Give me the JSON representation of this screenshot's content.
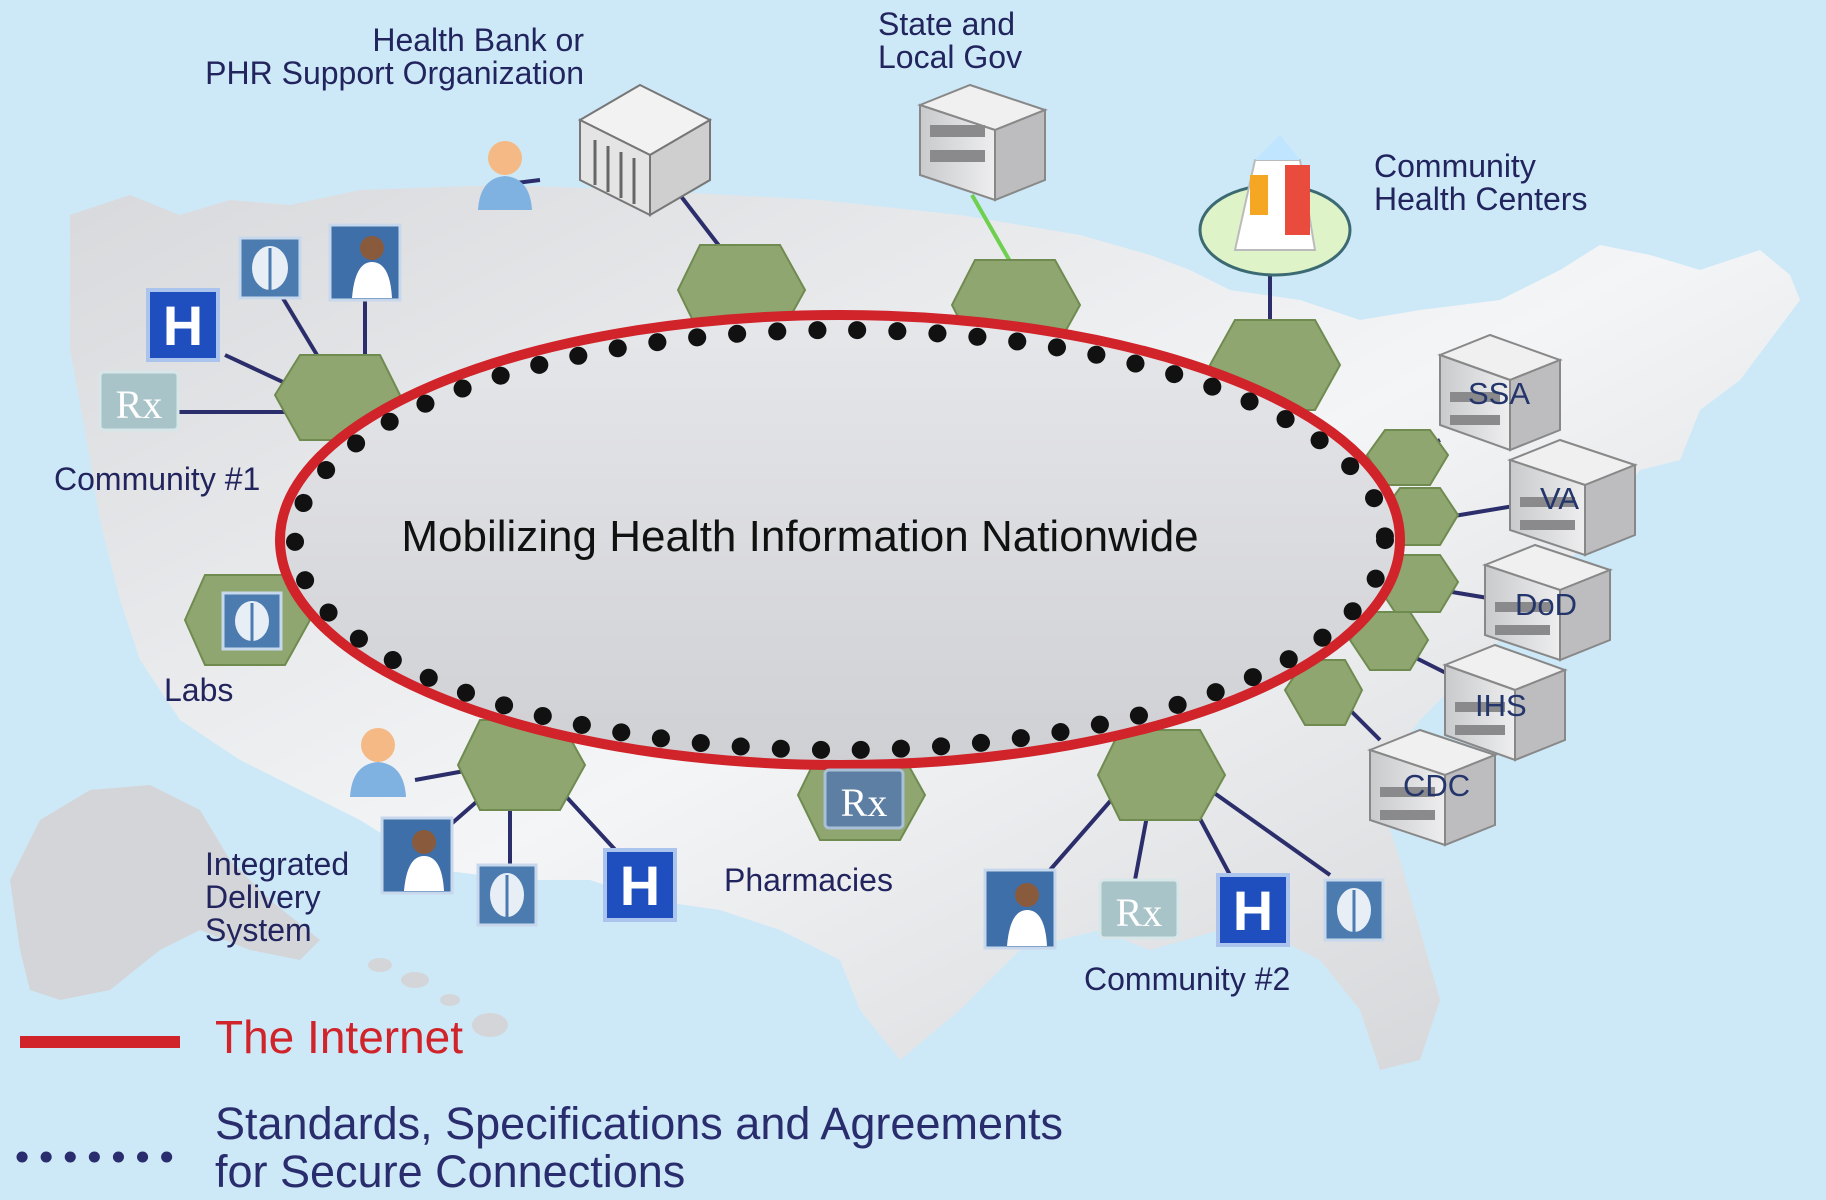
{
  "colors": {
    "background": "#cde9f7",
    "internet": "#d0232a",
    "hub": "#8fa671",
    "label": "#22245e"
  },
  "title": "Mobilizing Health Information Nationwide",
  "nodes": {
    "health_bank": "Health Bank or\nPHR Support Organization",
    "state_gov": "State and\nLocal Gov",
    "community_health": "Community\nHealth Centers",
    "community1": "Community #1",
    "labs": "Labs",
    "integrated": "Integrated\nDelivery\nSystem",
    "pharmacies": "Pharmacies",
    "community2": "Community #2"
  },
  "agencies": [
    "SSA",
    "VA",
    "DoD",
    "IHS",
    "CDC"
  ],
  "legend": {
    "internet": "The Internet",
    "standards": "Standards, Specifications and Agreements\nfor Secure Connections"
  }
}
